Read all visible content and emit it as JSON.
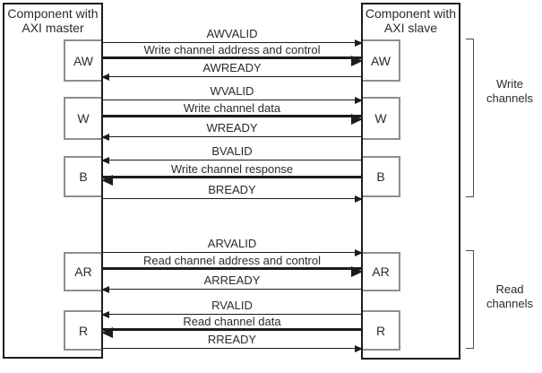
{
  "palette": {
    "line": "#1c1c1c",
    "port_border": "#8e8e8e",
    "text": "#2b2b2b",
    "bracket": "#4a4a4a"
  },
  "master": {
    "title": [
      "Component with",
      "AXI master"
    ],
    "ports": [
      "AW",
      "W",
      "B",
      "AR",
      "R"
    ]
  },
  "slave": {
    "title": [
      "Component with",
      "AXI slave"
    ],
    "ports": [
      "AW",
      "W",
      "B",
      "AR",
      "R"
    ]
  },
  "channels": [
    {
      "signals": [
        {
          "label": "AWVALID",
          "direction": "master-to-slave",
          "weight": "thin"
        },
        {
          "label": "Write channel address and control",
          "direction": "master-to-slave",
          "weight": "thick"
        },
        {
          "label": "AWREADY",
          "direction": "slave-to-master",
          "weight": "thin"
        }
      ]
    },
    {
      "signals": [
        {
          "label": "WVALID",
          "direction": "master-to-slave",
          "weight": "thin"
        },
        {
          "label": "Write channel data",
          "direction": "master-to-slave",
          "weight": "thick"
        },
        {
          "label": "WREADY",
          "direction": "slave-to-master",
          "weight": "thin"
        }
      ]
    },
    {
      "signals": [
        {
          "label": "BVALID",
          "direction": "slave-to-master",
          "weight": "thin"
        },
        {
          "label": "Write channel response",
          "direction": "slave-to-master",
          "weight": "thick"
        },
        {
          "label": "BREADY",
          "direction": "master-to-slave",
          "weight": "thin"
        }
      ]
    },
    {
      "signals": [
        {
          "label": "ARVALID",
          "direction": "master-to-slave",
          "weight": "thin"
        },
        {
          "label": "Read channel address and control",
          "direction": "master-to-slave",
          "weight": "thick"
        },
        {
          "label": "ARREADY",
          "direction": "slave-to-master",
          "weight": "thin"
        }
      ]
    },
    {
      "signals": [
        {
          "label": "RVALID",
          "direction": "slave-to-master",
          "weight": "thin"
        },
        {
          "label": "Read channel data",
          "direction": "slave-to-master",
          "weight": "thick"
        },
        {
          "label": "RREADY",
          "direction": "master-to-slave",
          "weight": "thin"
        }
      ]
    }
  ],
  "brackets": {
    "write": [
      "Write",
      "channels"
    ],
    "read": [
      "Read",
      "channels"
    ]
  }
}
